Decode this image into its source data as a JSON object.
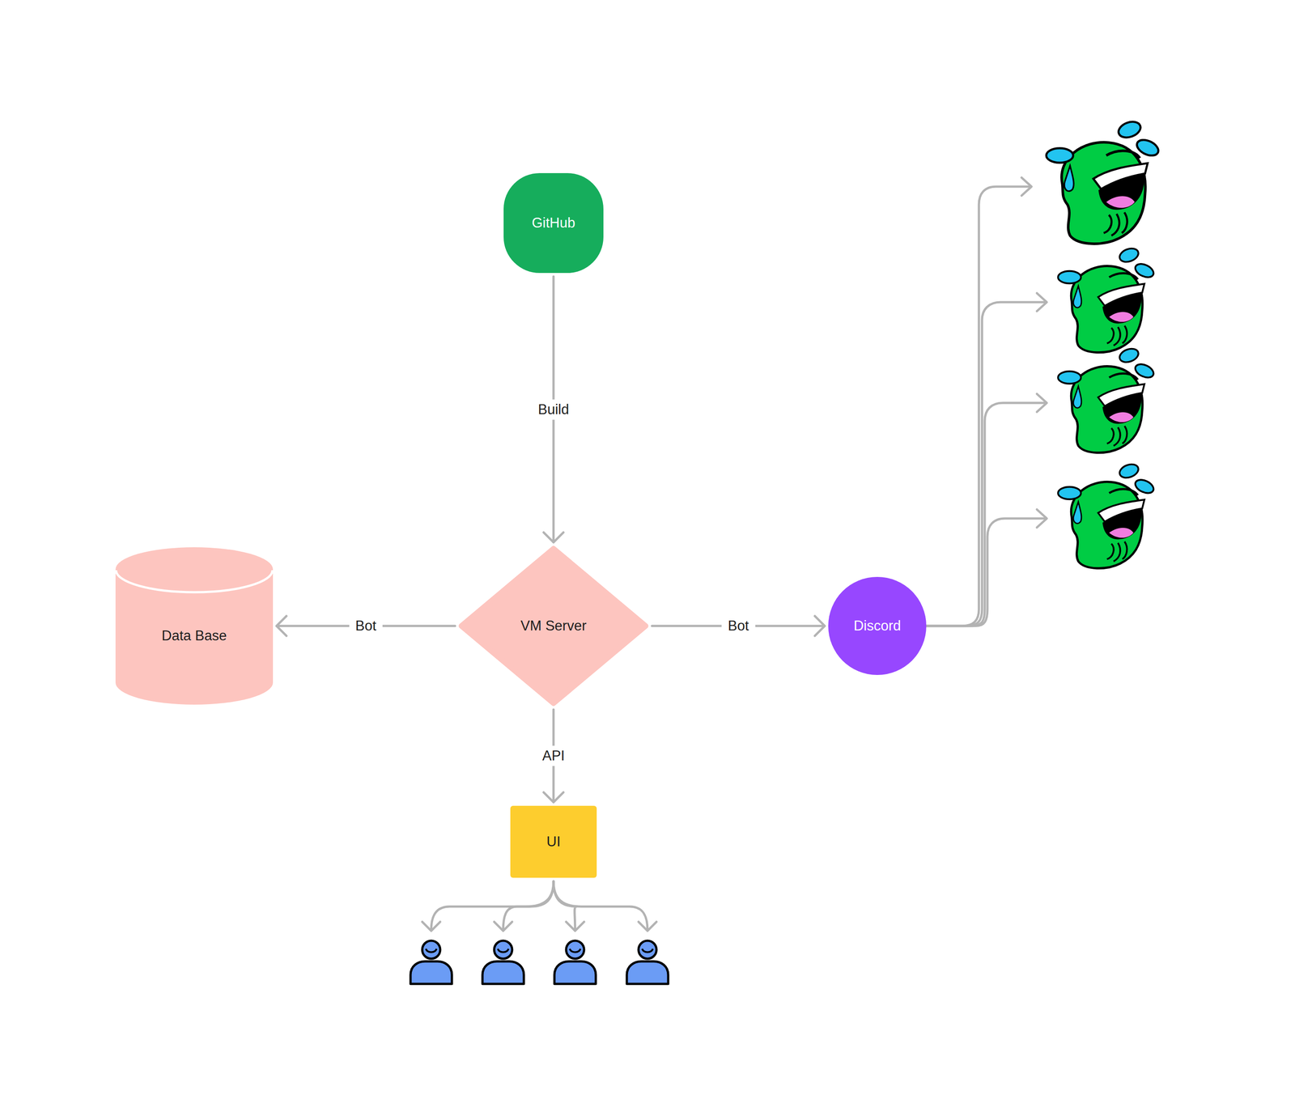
{
  "diagram": {
    "nodes": [
      {
        "text": [
          "GitHub"
        ]
      },
      {
        "text": [
          "VM Server"
        ]
      },
      {
        "text": [
          "Data Base"
        ]
      },
      {
        "text": [
          "Discord"
        ]
      },
      {
        "text": [
          "UI"
        ]
      }
    ],
    "edges": [
      {
        "from": 0,
        "to": 1,
        "label": "Build",
        "arrow": "to"
      },
      {
        "from": 1,
        "to": 2,
        "label": "Bot",
        "arrow": "to"
      },
      {
        "from": 1,
        "to": 3,
        "label": "Bot",
        "arrow": "to"
      },
      {
        "from": 1,
        "to": 4,
        "label": "API",
        "arrow": "to"
      }
    ]
  }
}
